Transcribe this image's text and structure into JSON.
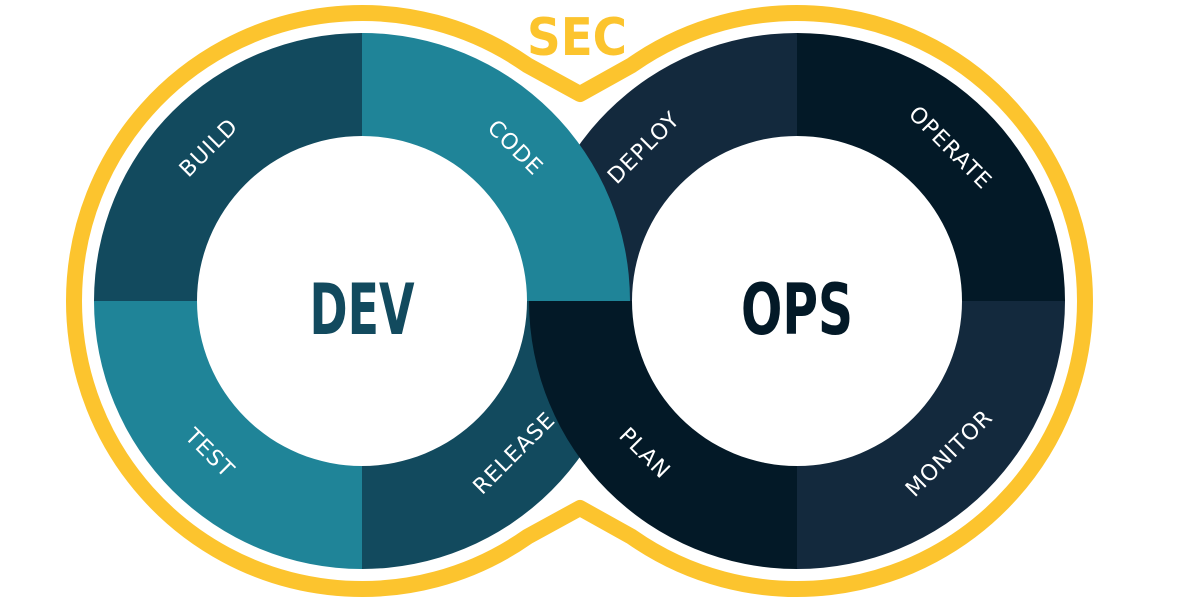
{
  "title": "SEC",
  "colors": {
    "yellow": "#fcc42e",
    "dark_teal": "#124a5e",
    "light_teal": "#1f8498",
    "navy": "#13293d",
    "black_navy": "#031927"
  },
  "dev": {
    "label": "DEV",
    "segments": [
      {
        "label": "BUILD",
        "quadrant": "top-left",
        "color": "#124a5e"
      },
      {
        "label": "CODE",
        "quadrant": "top-right",
        "color": "#1f8498"
      },
      {
        "label": "TEST",
        "quadrant": "bottom-left",
        "color": "#1f8498"
      },
      {
        "label": "RELEASE",
        "quadrant": "bottom-right",
        "color": "#124a5e"
      }
    ]
  },
  "ops": {
    "label": "OPS",
    "segments": [
      {
        "label": "DEPLOY",
        "quadrant": "top-left",
        "color": "#13293d"
      },
      {
        "label": "OPERATE",
        "quadrant": "top-right",
        "color": "#031927"
      },
      {
        "label": "PLAN",
        "quadrant": "bottom-left",
        "color": "#031927"
      },
      {
        "label": "MONITOR",
        "quadrant": "bottom-right",
        "color": "#13293d"
      }
    ]
  }
}
